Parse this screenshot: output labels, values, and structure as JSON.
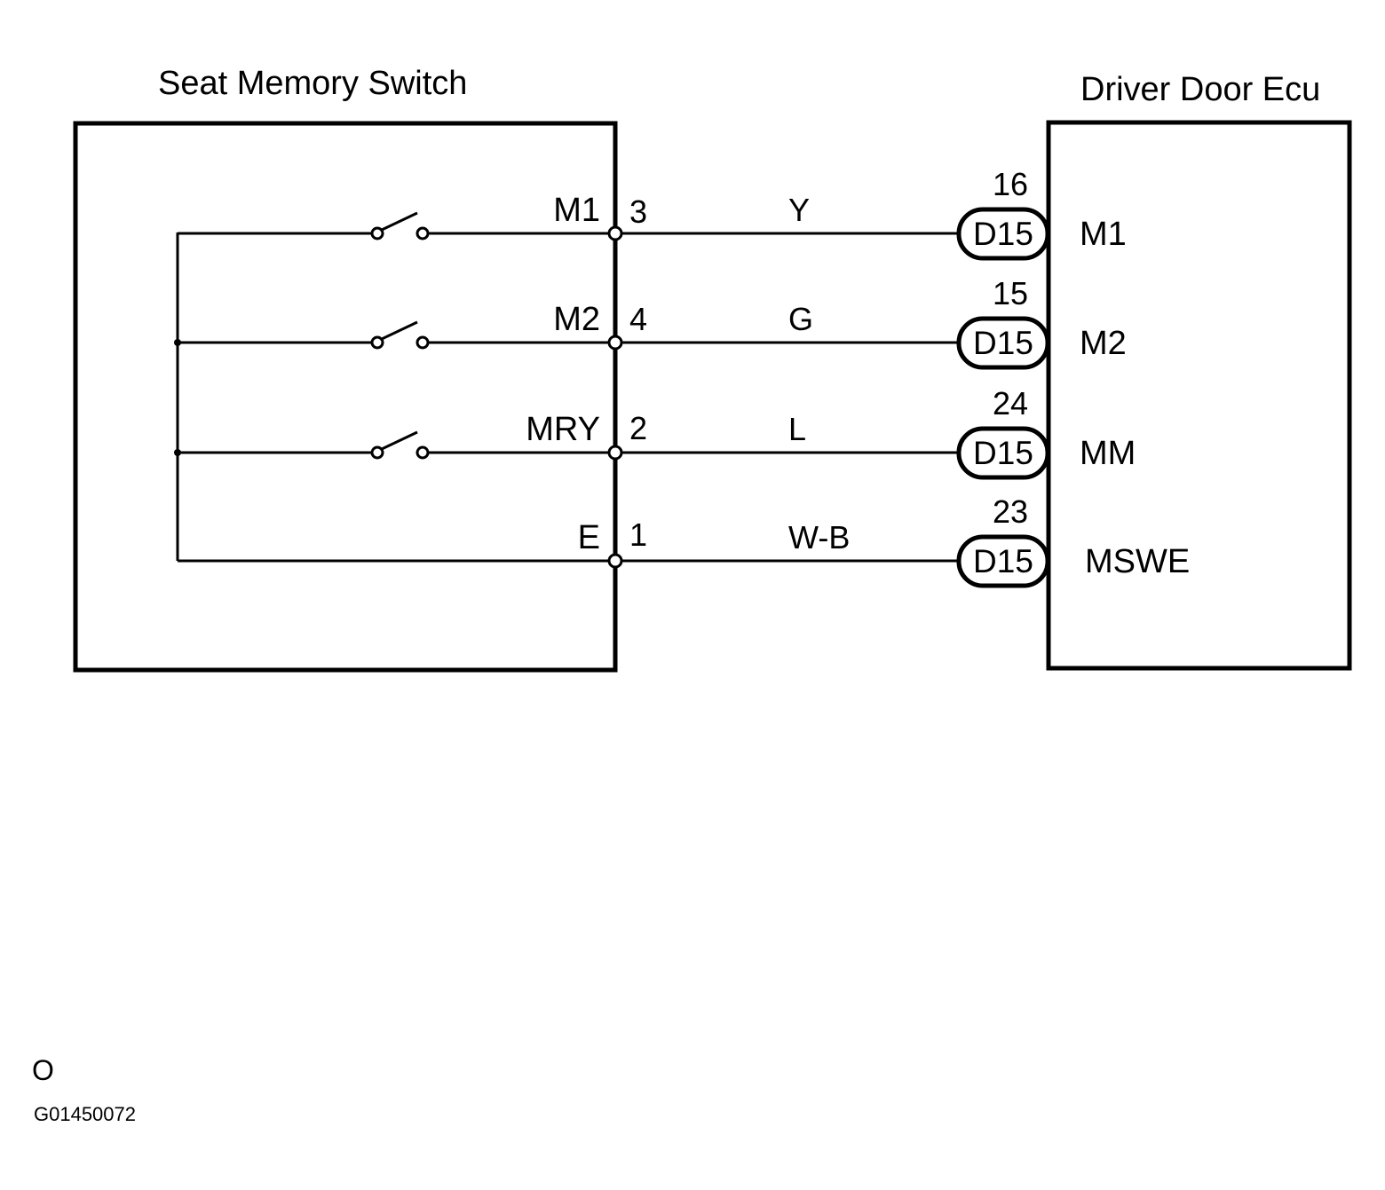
{
  "diagram": {
    "left_component": {
      "title": "Seat Memory Switch"
    },
    "right_component": {
      "title": "Driver Door Ecu"
    },
    "circuits": [
      {
        "switch_terminal": "M1",
        "switch_pin": "3",
        "wire_color": "Y",
        "connector": "D15",
        "connector_pin": "16",
        "ecu_terminal": "M1",
        "has_switch": true
      },
      {
        "switch_terminal": "M2",
        "switch_pin": "4",
        "wire_color": "G",
        "connector": "D15",
        "connector_pin": "15",
        "ecu_terminal": "M2",
        "has_switch": true
      },
      {
        "switch_terminal": "MRY",
        "switch_pin": "2",
        "wire_color": "L",
        "connector": "D15",
        "connector_pin": "24",
        "ecu_terminal": "MM",
        "has_switch": true
      },
      {
        "switch_terminal": "E",
        "switch_pin": "1",
        "wire_color": "W-B",
        "connector": "D15",
        "connector_pin": "23",
        "ecu_terminal": "MSWE",
        "has_switch": false
      }
    ]
  },
  "footer": {
    "code": "O",
    "id": "G01450072"
  }
}
